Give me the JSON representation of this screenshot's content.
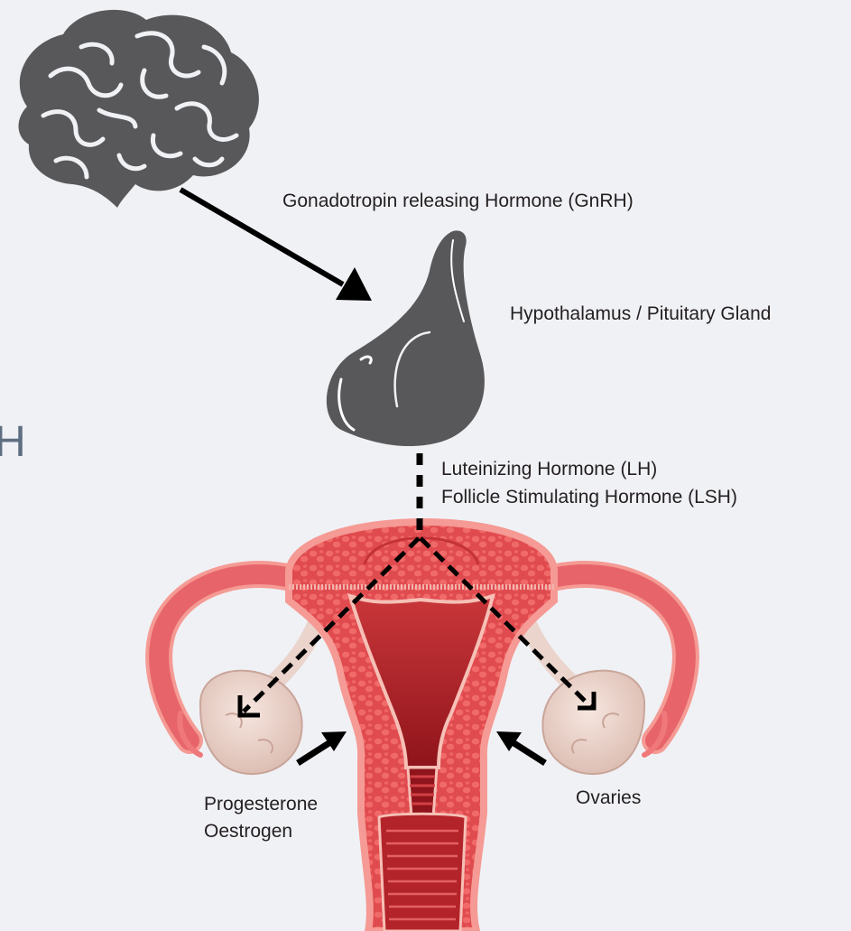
{
  "labels": {
    "gnrh": "Gonadotropin releasing Hormone (GnRH)",
    "pituitary": "Hypothalamus / Pituitary Gland",
    "lh": "Luteinizing Hormone (LH)",
    "fsh": "Follicle Stimulating Hormone (LSH)",
    "progesterone": "Progesterone",
    "oestrogen": "Oestrogen",
    "ovaries": "Ovaries"
  },
  "edge_text": "H",
  "colors": {
    "background": "#f0f1f5",
    "organ_gray": "#58585a",
    "uterus_flesh": "#e5595a",
    "uterus_outline": "#f59a94",
    "uterus_dark": "#b3242a",
    "ovary": "#ead4cc",
    "arrow": "#000000",
    "text": "#231f20",
    "edge_text": "#5f6f82"
  }
}
